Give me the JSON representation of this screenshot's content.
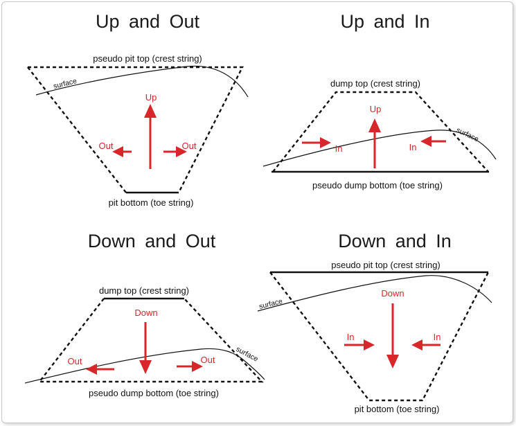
{
  "panels": {
    "up_out": {
      "title": "Up  and  Out",
      "top_label": "pseudo pit top (crest string)",
      "bottom_label": "pit bottom (toe string)",
      "surface": "surface",
      "up": "Up",
      "out_left": "Out",
      "out_right": "Out"
    },
    "up_in": {
      "title": "Up  and  In",
      "top_label": "dump top (crest string)",
      "bottom_label": "pseudo dump bottom (toe string)",
      "surface": "surface",
      "up": "Up",
      "in_left": "In",
      "in_right": "In"
    },
    "down_out": {
      "title": "Down  and  Out",
      "top_label": "dump top (crest string)",
      "bottom_label": "pseudo dump bottom (toe string)",
      "surface": "surface",
      "down": "Down",
      "out_left": "Out",
      "out_right": "Out"
    },
    "down_in": {
      "title": "Down  and  In",
      "top_label": "pseudo pit top (crest string)",
      "bottom_label": "pit bottom (toe string)",
      "surface": "surface",
      "down": "Down",
      "in_left": "In",
      "in_right": "In"
    }
  },
  "colors": {
    "arrow": "#d8262b",
    "line": "#111111",
    "border": "#c8c8c8"
  }
}
